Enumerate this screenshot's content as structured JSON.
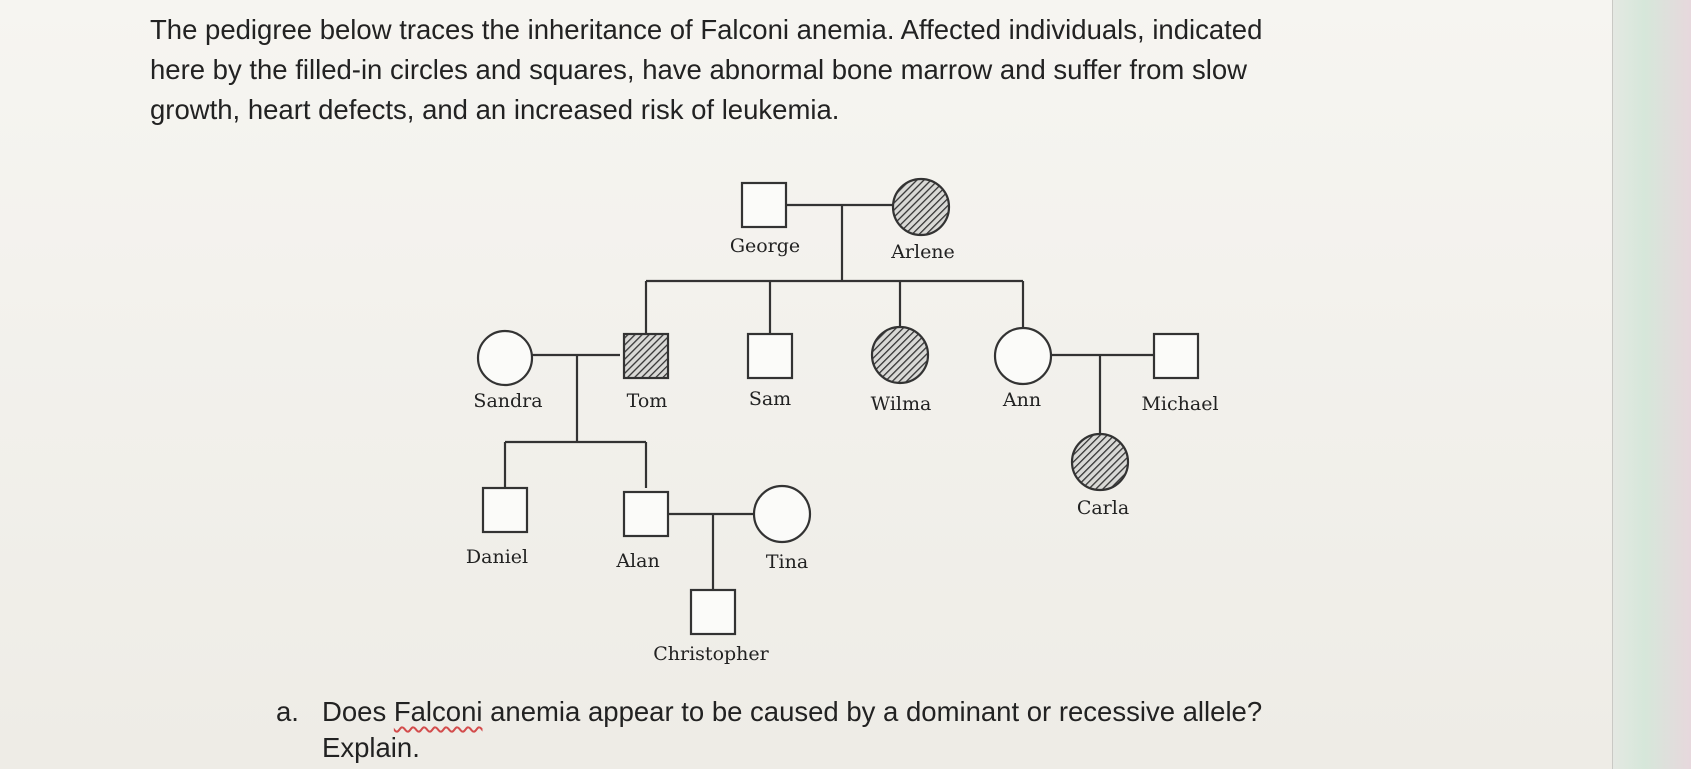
{
  "intro": {
    "line1": "The pedigree below traces the inheritance of Falconi anemia. Affected individuals, indicated",
    "line2": "here by the filled-in circles and squares, have abnormal bone marrow and suffer from slow",
    "line3": "growth, heart defects, and an increased risk of leukemia."
  },
  "pedigree": {
    "people": {
      "george": {
        "name": "George",
        "sex": "male",
        "affected": false
      },
      "arlene": {
        "name": "Arlene",
        "sex": "female",
        "affected": true
      },
      "sandra": {
        "name": "Sandra",
        "sex": "female",
        "affected": false
      },
      "tom": {
        "name": "Tom",
        "sex": "male",
        "affected": true
      },
      "sam": {
        "name": "Sam",
        "sex": "male",
        "affected": false
      },
      "wilma": {
        "name": "Wilma",
        "sex": "female",
        "affected": true
      },
      "ann": {
        "name": "Ann",
        "sex": "female",
        "affected": false
      },
      "michael": {
        "name": "Michael",
        "sex": "male",
        "affected": false
      },
      "carla": {
        "name": "Carla",
        "sex": "female",
        "affected": true
      },
      "daniel": {
        "name": "Daniel",
        "sex": "male",
        "affected": false
      },
      "alan": {
        "name": "Alan",
        "sex": "male",
        "affected": false
      },
      "tina": {
        "name": "Tina",
        "sex": "female",
        "affected": false
      },
      "christopher": {
        "name": "Christopher",
        "sex": "male",
        "affected": false
      }
    }
  },
  "question": {
    "marker": "a.",
    "before": "Does ",
    "flagged_word": "Falconi",
    "after": " anemia appear to be caused by a dominant or recessive allele?",
    "line2": "Explain."
  }
}
